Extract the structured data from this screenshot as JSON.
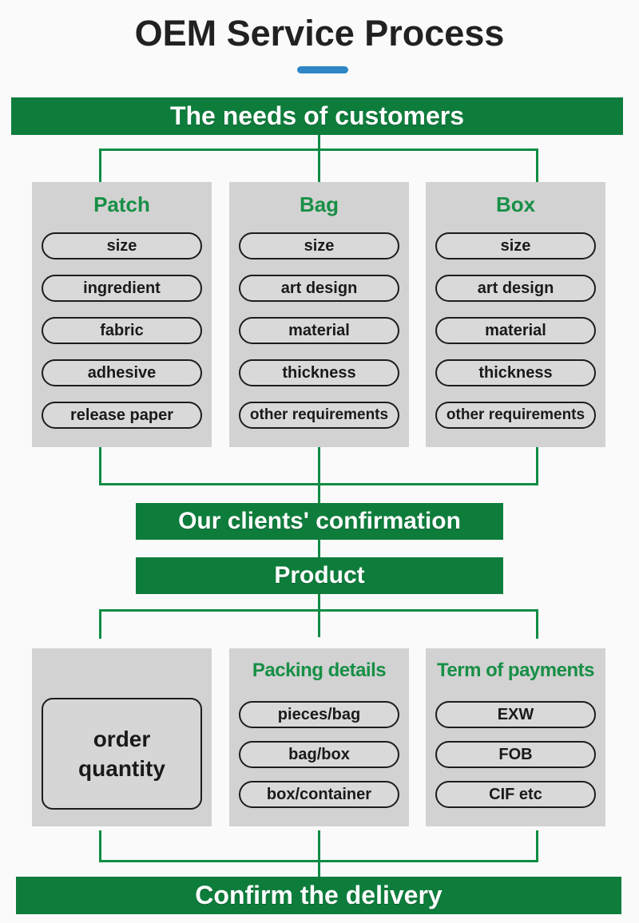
{
  "title": {
    "text": "OEM Service Process"
  },
  "colors": {
    "banner_green": "#0e7d3c",
    "heading_green": "#178f46",
    "line_green": "#0f8c43",
    "box_gray": "#d2d2d2",
    "pill_bg": "#d9d9d9",
    "pill_border": "#1c1c1c",
    "text_dark": "#1a1a1a",
    "banner_text": "#ffffff",
    "underline_blue": "#2e86c4",
    "title_color": "#212121",
    "page_bg": "#fafafb"
  },
  "banners": {
    "needs": "The needs of customers",
    "confirmation": "Our clients' confirmation",
    "product": "Product",
    "delivery": "Confirm the delivery"
  },
  "top_columns": [
    {
      "heading": "Patch",
      "items": [
        "size",
        "ingredient",
        "fabric",
        "adhesive",
        "release paper"
      ]
    },
    {
      "heading": "Bag",
      "items": [
        "size",
        "art design",
        "material",
        "thickness",
        "other requirements"
      ]
    },
    {
      "heading": "Box",
      "items": [
        "size",
        "art design",
        "material",
        "thickness",
        "other requirements"
      ]
    }
  ],
  "bottom_columns": {
    "order_quantity": {
      "line1": "order",
      "line2": "quantity"
    },
    "packing": {
      "heading": "Packing details",
      "items": [
        "pieces/bag",
        "bag/box",
        "box/container"
      ]
    },
    "payments": {
      "heading": "Term of payments",
      "items": [
        "EXW",
        "FOB",
        "CIF etc"
      ]
    }
  }
}
